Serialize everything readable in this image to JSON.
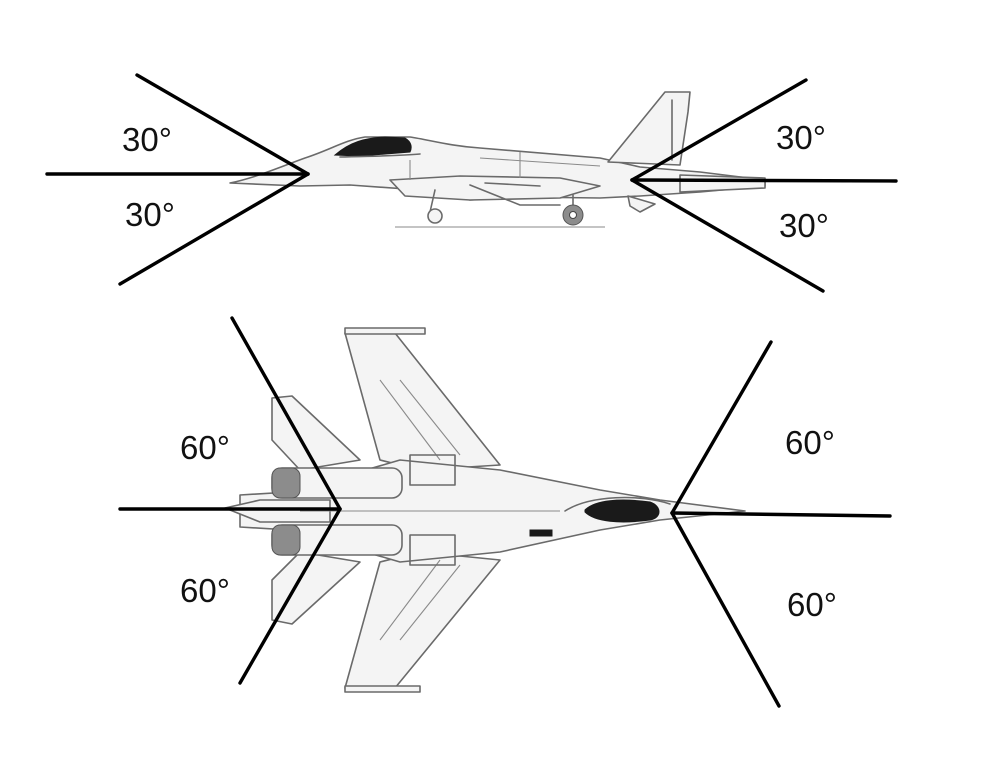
{
  "diagram": {
    "side_view": {
      "front_upper_label": "30°",
      "front_lower_label": "30°",
      "rear_upper_label": "30°",
      "rear_lower_label": "30°"
    },
    "top_view": {
      "rear_upper_label": "60°",
      "rear_lower_label": "60°",
      "front_upper_label": "60°",
      "front_lower_label": "60°"
    },
    "colors": {
      "angle_lines": "#000000",
      "aircraft_outline": "#6a6a6a",
      "canopy": "#1a1a1a"
    }
  }
}
